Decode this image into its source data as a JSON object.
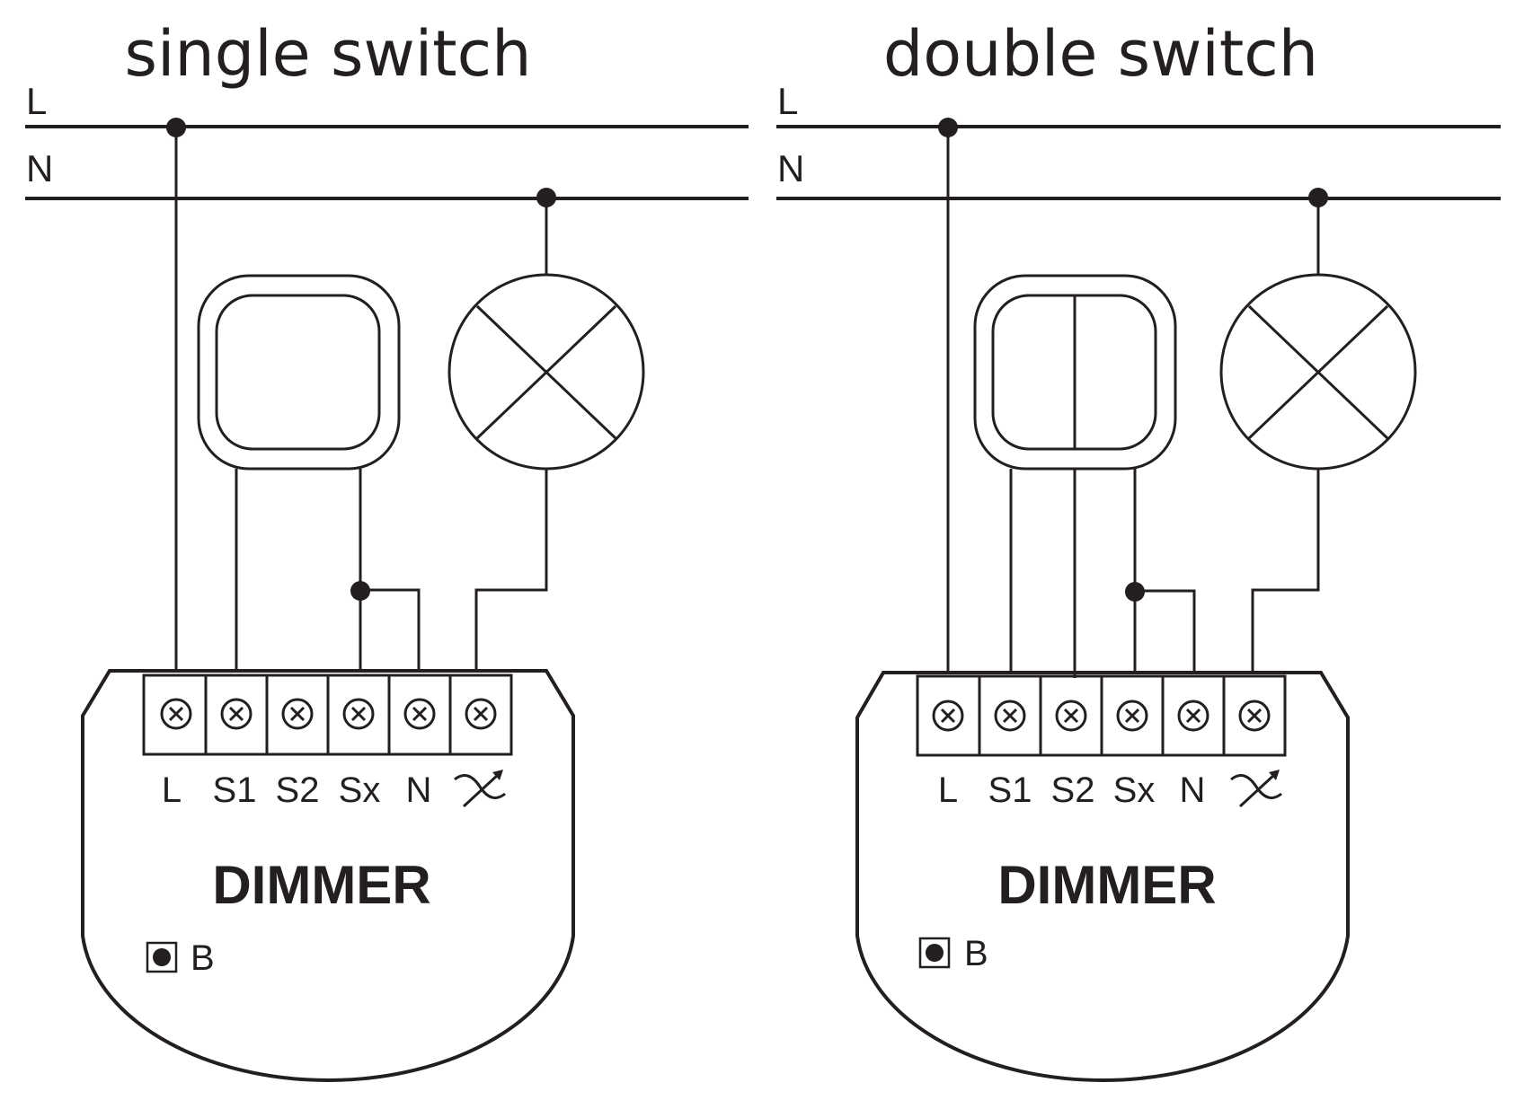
{
  "diagrams": [
    {
      "title": "single switch",
      "bus_labels": [
        "L",
        "N"
      ],
      "switch_type": "single",
      "module": {
        "name": "DIMMER",
        "terminals": [
          "L",
          "S1",
          "S2",
          "Sx",
          "N"
        ],
        "dimmed_output_icon": "dimmed-output-symbol",
        "button_label": "B"
      }
    },
    {
      "title": "double switch",
      "bus_labels": [
        "L",
        "N"
      ],
      "switch_type": "double",
      "module": {
        "name": "DIMMER",
        "terminals": [
          "L",
          "S1",
          "S2",
          "Sx",
          "N"
        ],
        "dimmed_output_icon": "dimmed-output-symbol",
        "button_label": "B"
      }
    }
  ],
  "colors": {
    "ink": "#231f20",
    "background": "#ffffff"
  }
}
